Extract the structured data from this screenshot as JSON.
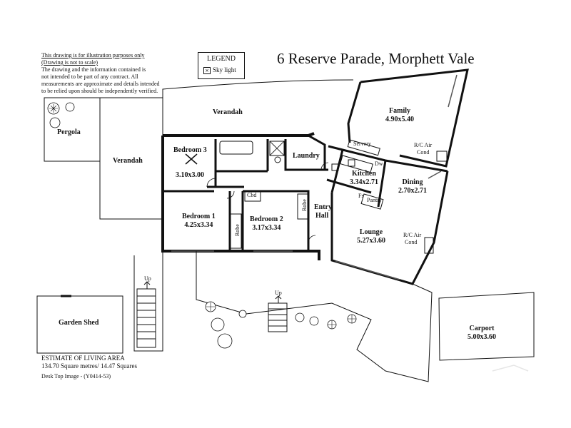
{
  "title": "6 Reserve Parade, Morphett Vale",
  "disclaimer": {
    "line1": "This drawing is for illustration purposes only",
    "line2": "(Drawing is not to scale)",
    "line3": "The drawing and the information contained is",
    "line4": "not intended to be part of any contract.  All",
    "line5": "measurements are approximate and details intended",
    "line6": "to be relied upon should be independently verified."
  },
  "legend": {
    "title": "LEGEND",
    "items": [
      {
        "icon": "skylight-icon",
        "label": "Sky light"
      }
    ]
  },
  "rooms": {
    "family": {
      "name": "Family",
      "dims": "4.90x5.40"
    },
    "bedroom3": {
      "name": "Bedroom 3",
      "dims": "3.10x3.00"
    },
    "bedroom1": {
      "name": "Bedroom 1",
      "dims": "4.25x3.34"
    },
    "bedroom2": {
      "name": "Bedroom 2",
      "dims": "3.17x3.34"
    },
    "kitchen": {
      "name": "Kitchen",
      "dims": "3.34x2.71"
    },
    "dining": {
      "name": "Dining",
      "dims": "2.70x2.71"
    },
    "lounge": {
      "name": "Lounge",
      "dims": "5.27x3.60"
    },
    "carport": {
      "name": "Carport",
      "dims": "5.00x3.60"
    }
  },
  "labels": {
    "pergola": "Pergola",
    "verandah_top": "Verandah",
    "verandah_left": "Verandah",
    "laundry": "Laundry",
    "servery": "Servery",
    "dw": "Dw",
    "fs": "Fs",
    "pantry": "Pantry",
    "cbd": "Cbd",
    "robe1": "Robe",
    "robe2": "Robe",
    "entry": "Entry",
    "hall": "Hall",
    "rc_family1": "R/C Air",
    "rc_family2": "Cond",
    "rc_lounge1": "R/C Air",
    "rc_lounge2": "Cond",
    "garden_shed": "Garden Shed",
    "up1": "Up",
    "up2": "Up"
  },
  "estimate": {
    "heading": "ESTIMATE OF LIVING AREA",
    "value": "134.70 Square metres/  14.47 Squares"
  },
  "footer": "Desk Top Image - (Y0414-53)"
}
